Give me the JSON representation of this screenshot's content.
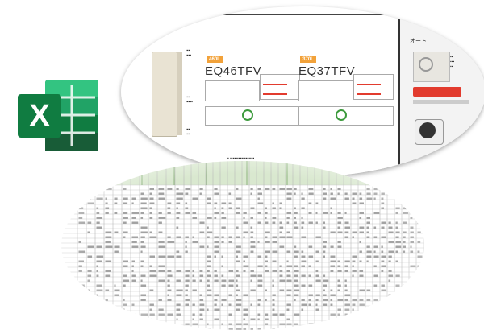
{
  "logo": {
    "letter": "X",
    "colors": {
      "dark": "#1e7145",
      "mid": "#21a366",
      "light": "#33c481"
    }
  },
  "catalog": {
    "products": [
      {
        "capacity": "460L",
        "model": "EQ46TFV"
      },
      {
        "capacity": "370L",
        "model": "EQ37TFV"
      }
    ],
    "right_panel_title": "オート"
  },
  "sheet": {
    "header_color": "#d9e8cf"
  }
}
